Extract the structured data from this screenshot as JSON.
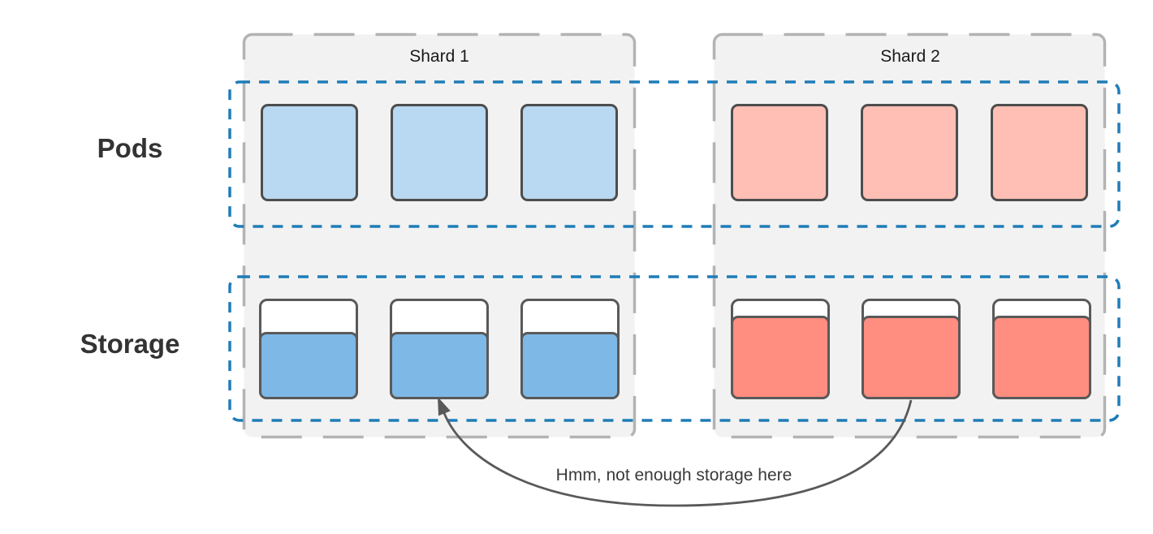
{
  "row_labels": {
    "pods": "Pods",
    "storage": "Storage"
  },
  "shards": [
    {
      "title": "Shard 1",
      "pod_count": 3,
      "storage_unit_count": 3,
      "pod_color": "#b9d8f1",
      "storage_fill_color": "#7eb8e6",
      "storage_fill_percent": 67
    },
    {
      "title": "Shard 2",
      "pod_count": 3,
      "storage_unit_count": 3,
      "pod_color": "#ffbfb5",
      "storage_fill_color": "#ff8d80",
      "storage_fill_percent": 83
    }
  ],
  "annotation": {
    "text": "Hmm, not enough storage here"
  },
  "colors": {
    "band_accent": "#1e7cb8",
    "shard_fill": "#f2f2f2",
    "shard_border": "#b3b3b3",
    "element_border": "#4d4d4d",
    "storage_border": "#595959",
    "arrow": "#595959",
    "label_text": "#333333"
  }
}
